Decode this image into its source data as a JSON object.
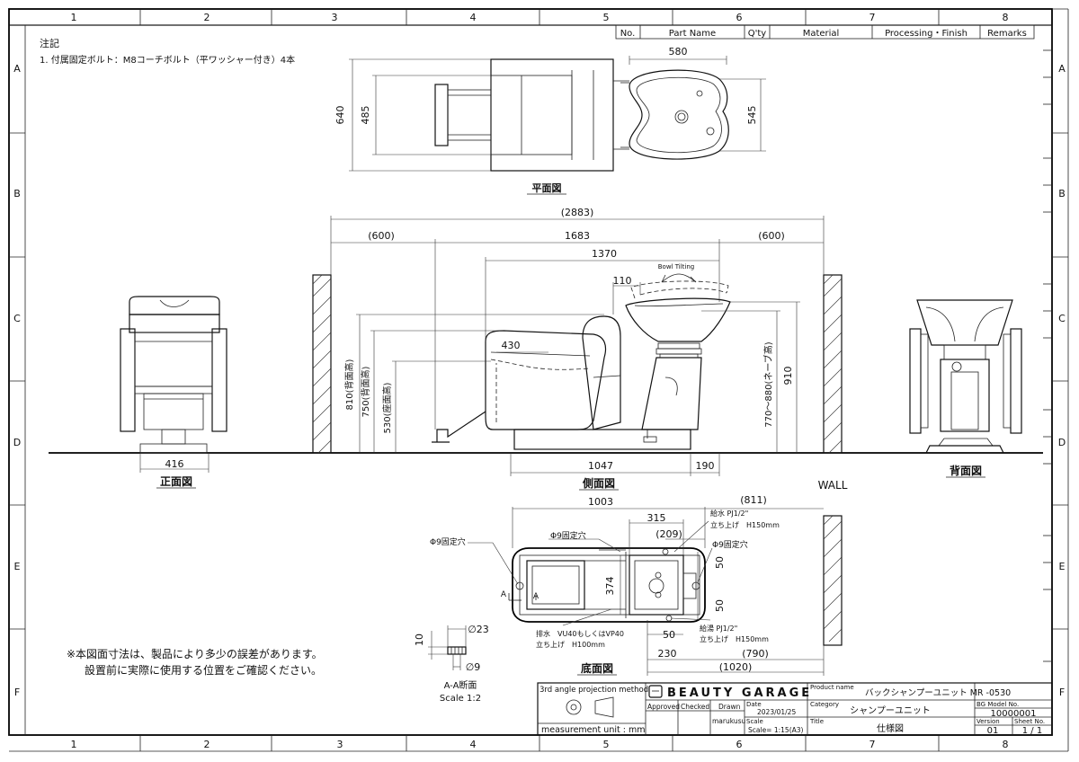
{
  "frame": {
    "columns": [
      "1",
      "2",
      "3",
      "4",
      "5",
      "6",
      "7",
      "8"
    ],
    "rows": [
      "A",
      "B",
      "C",
      "D",
      "E",
      "F"
    ]
  },
  "notes": {
    "title": "注記",
    "line1": "1. 付属固定ボルト：M8コーチボルト（平ワッシャー付き）4本"
  },
  "parts_table": {
    "headers": [
      "No.",
      "Part Name",
      "Q'ty",
      "Material",
      "Processing・Finish",
      "Remarks"
    ]
  },
  "views": {
    "plan": {
      "label": "平面図",
      "dims": {
        "width": "580",
        "overall_depth": "640",
        "chair_depth": "485",
        "bowl_depth": "545"
      }
    },
    "side": {
      "label": "側面図",
      "dims": {
        "overall": "(2883)",
        "front_clear": "(600)",
        "length": "1683",
        "rear_clear": "(600)",
        "bowl_span": "1370",
        "offset": "110",
        "seat_depth": "430",
        "back_h": "810(背面高)",
        "armrest_h": "750(背面高)",
        "seat_h": "530(座面高)",
        "neck_h": "770～880(ネーブ高)",
        "total_h": "910",
        "base_len": "1047",
        "rear_gap": "190"
      },
      "bowl_tilting": "Bowl Tilting"
    },
    "front": {
      "label": "正面図",
      "dims": {
        "width": "416"
      }
    },
    "back": {
      "label": "背面図"
    },
    "wall": "WALL",
    "bottom": {
      "label": "底面図",
      "dims": {
        "length": "1003",
        "to_wall": "(811)",
        "pipe_a": "315",
        "pipe_b": "(209)",
        "depth": "374",
        "pitch_1": "50",
        "pitch_2": "50",
        "offset": "50",
        "off_230": "230",
        "off_790": "(790)",
        "off_1020": "(1020)",
        "section_mark": "A"
      },
      "annotations": {
        "fix_hole_left": "Φ9固定穴",
        "fix_hole_top": "Φ9固定穴",
        "fix_hole_right": "Φ9固定穴",
        "water_supply_1": "給水 PJ1/2\"",
        "water_supply_2": "立ち上げ　H150mm",
        "hot_water_1": "給湯 PJ1/2\"",
        "hot_water_2": "立ち上げ　H150mm",
        "drain_1": "排水　VU40もしくはVP40",
        "drain_2": "立ち上げ　H100mm"
      }
    },
    "section": {
      "dims": {
        "dia_23": "∅23",
        "thick_10": "10",
        "dia_9": "∅9"
      },
      "label": "A-A断面",
      "scale": "Scale 1:2"
    }
  },
  "caution": {
    "line1": "※本図面寸法は、製品により多少の誤差があります。",
    "line2": "設置前に実際に使用する位置をご確認ください。"
  },
  "title_block": {
    "projection": "3rd angle projection method",
    "unit": "measurement unit : mm",
    "brand": "BEAUTY GARAGE",
    "approved": "Approved",
    "checked": "Checked",
    "drawn": "Drawn",
    "drawn_by": "marukusu",
    "product_name_label": "Product name",
    "product_name": "バックシャンプーユニット MR -0530",
    "bg_model_label": "BG Model No.",
    "bg_model": "10000001",
    "date_label": "Date",
    "date": "2023/01/25",
    "category_label": "Category",
    "category": "シャンプーユニット",
    "scale_label": "Scale",
    "scale": "Scale= 1:15(A3)",
    "title_label": "Title",
    "title": "仕様図",
    "version_label": "Version",
    "version": "01",
    "sheet_label": "Sheet No.",
    "sheet": "1 / 1"
  }
}
